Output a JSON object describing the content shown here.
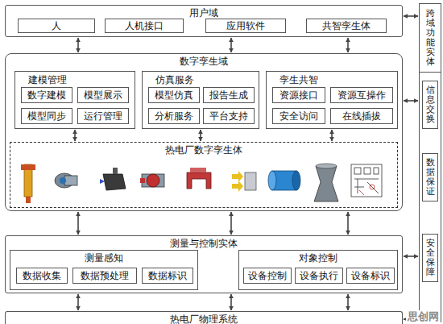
{
  "diagram": {
    "nodes": [
      {
        "text": [
          "用户域"
        ]
      },
      {
        "text": [
          "人"
        ],
        "in": 0
      },
      {
        "text": [
          "人机接口"
        ],
        "in": 0
      },
      {
        "text": [
          "应用软件"
        ],
        "in": 0
      },
      {
        "text": [
          "共智孪生体"
        ],
        "in": 0
      },
      {
        "text": [
          "跨域功能实体"
        ]
      },
      {
        "text": [
          "信息交换"
        ],
        "in": 5
      },
      {
        "text": [
          "数据保证"
        ],
        "in": 5
      },
      {
        "text": [
          "安全保障"
        ],
        "in": 5
      },
      {
        "text": [
          "数字孪生域"
        ]
      },
      {
        "text": [
          "建模管理"
        ],
        "in": 9
      },
      {
        "text": [
          "数字建模"
        ],
        "in": 10
      },
      {
        "text": [
          "模型展示"
        ],
        "in": 10
      },
      {
        "text": [
          "模型同步"
        ],
        "in": 10
      },
      {
        "text": [
          "运行管理"
        ],
        "in": 10
      },
      {
        "text": [
          "仿真服务"
        ],
        "in": 9
      },
      {
        "text": [
          "模型仿真"
        ],
        "in": 15
      },
      {
        "text": [
          "报告生成"
        ],
        "in": 15
      },
      {
        "text": [
          "分析服务"
        ],
        "in": 15
      },
      {
        "text": [
          "平台支持"
        ],
        "in": 15
      },
      {
        "text": [
          "孪生共智"
        ],
        "in": 9
      },
      {
        "text": [
          "资源接口"
        ],
        "in": 20
      },
      {
        "text": [
          "资源互操作"
        ],
        "in": 20
      },
      {
        "text": [
          "安全访问"
        ],
        "in": 20
      },
      {
        "text": [
          "在线插拔"
        ],
        "in": 20
      },
      {
        "text": [
          "热电厂数字孪生体"
        ],
        "in": 9
      },
      {
        "text": [
          "测量与控制实体"
        ]
      },
      {
        "text": [
          "测量感知"
        ],
        "in": 26
      },
      {
        "text": [
          "数据收集"
        ],
        "in": 27
      },
      {
        "text": [
          "数据预处理"
        ],
        "in": 27
      },
      {
        "text": [
          "数据标识"
        ],
        "in": 27
      },
      {
        "text": [
          "对象控制"
        ],
        "in": 26
      },
      {
        "text": [
          "设备控制"
        ],
        "in": 31
      },
      {
        "text": [
          "设备执行"
        ],
        "in": 31
      },
      {
        "text": [
          "设备标识"
        ],
        "in": 31
      },
      {
        "text": [
          "热电厂物理系统"
        ]
      }
    ],
    "edges": [
      {
        "from": 0,
        "to": 9,
        "arrow": "both"
      },
      {
        "from": 0,
        "to": 9,
        "arrow": "both"
      },
      {
        "from": 0,
        "to": 9,
        "arrow": "both"
      },
      {
        "from": 9,
        "to": 26,
        "arrow": "both"
      },
      {
        "from": 9,
        "to": 26,
        "arrow": "both"
      },
      {
        "from": 9,
        "to": 26,
        "arrow": "both"
      },
      {
        "from": 26,
        "to": 35,
        "arrow": "both"
      },
      {
        "from": 26,
        "to": 35,
        "arrow": "both"
      },
      {
        "from": 26,
        "to": 35,
        "arrow": "both"
      },
      {
        "from": 0,
        "to": 5,
        "arrow": "both"
      },
      {
        "from": 9,
        "to": 5,
        "arrow": "both"
      },
      {
        "from": 26,
        "to": 5,
        "arrow": "both"
      },
      {
        "from": 35,
        "to": 5,
        "arrow": "both"
      },
      {
        "from": 10,
        "to": 25,
        "arrow": "both"
      },
      {
        "from": 15,
        "to": 25,
        "arrow": "both"
      },
      {
        "from": 20,
        "to": 25,
        "arrow": "both"
      }
    ],
    "labels": [
      "思创网"
    ]
  }
}
